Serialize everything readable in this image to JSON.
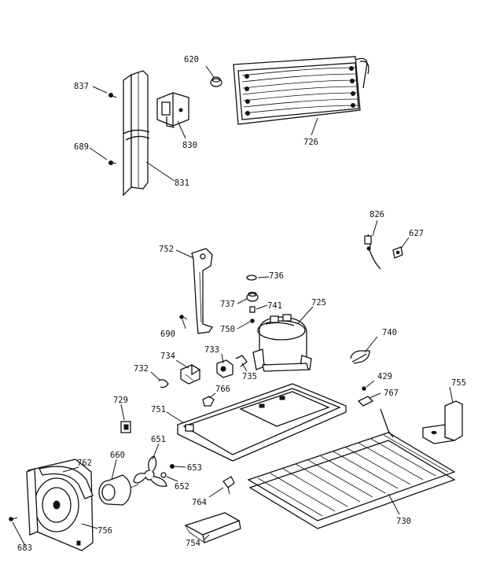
{
  "diagram": {
    "parts": [
      {
        "id": "p620",
        "name": "620"
      },
      {
        "id": "p726",
        "name": "726"
      },
      {
        "id": "p837",
        "name": "837"
      },
      {
        "id": "p830",
        "name": "830"
      },
      {
        "id": "p689",
        "name": "689"
      },
      {
        "id": "p831",
        "name": "831"
      },
      {
        "id": "p826",
        "name": "826"
      },
      {
        "id": "p627",
        "name": "627"
      },
      {
        "id": "p752",
        "name": "752"
      },
      {
        "id": "p736",
        "name": "736"
      },
      {
        "id": "p737",
        "name": "737"
      },
      {
        "id": "p741",
        "name": "741"
      },
      {
        "id": "p725",
        "name": "725"
      },
      {
        "id": "p750",
        "name": "750"
      },
      {
        "id": "p690",
        "name": "690"
      },
      {
        "id": "p740",
        "name": "740"
      },
      {
        "id": "p733",
        "name": "733"
      },
      {
        "id": "p734",
        "name": "734"
      },
      {
        "id": "p735",
        "name": "735"
      },
      {
        "id": "p732",
        "name": "732"
      },
      {
        "id": "p766",
        "name": "766"
      },
      {
        "id": "p429",
        "name": "429"
      },
      {
        "id": "p767",
        "name": "767"
      },
      {
        "id": "p755",
        "name": "755"
      },
      {
        "id": "p729",
        "name": "729"
      },
      {
        "id": "p751",
        "name": "751"
      },
      {
        "id": "p651",
        "name": "651"
      },
      {
        "id": "p762",
        "name": "762"
      },
      {
        "id": "p660",
        "name": "660"
      },
      {
        "id": "p653",
        "name": "653"
      },
      {
        "id": "p652",
        "name": "652"
      },
      {
        "id": "p764",
        "name": "764"
      },
      {
        "id": "p730",
        "name": "730"
      },
      {
        "id": "p756",
        "name": "756"
      },
      {
        "id": "p683",
        "name": "683"
      },
      {
        "id": "p754",
        "name": "754"
      }
    ]
  }
}
